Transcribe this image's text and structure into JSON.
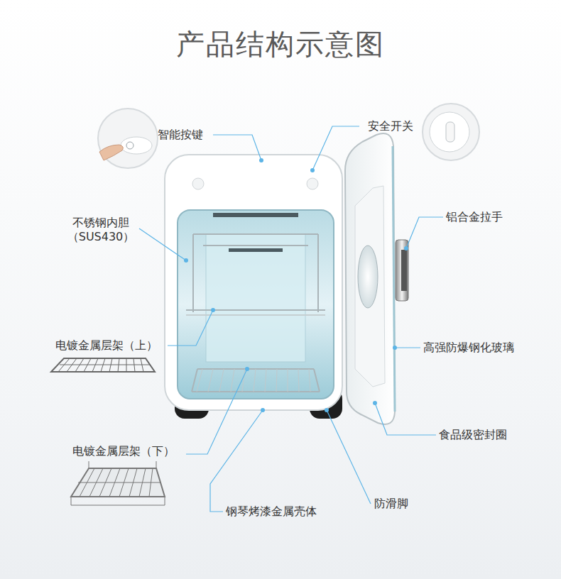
{
  "diagram": {
    "title": "产品结构示意图",
    "labels": [
      "智能按键",
      "安全开关",
      "不锈钢内胆 （SUS430）",
      "铝合金拉手",
      "电镀金属层架（上）",
      "高强防爆钢化玻璃",
      "电镀金属层架（下）",
      "食品级密封圈",
      "钢琴烤漆金属壳体",
      "防滑脚"
    ]
  }
}
